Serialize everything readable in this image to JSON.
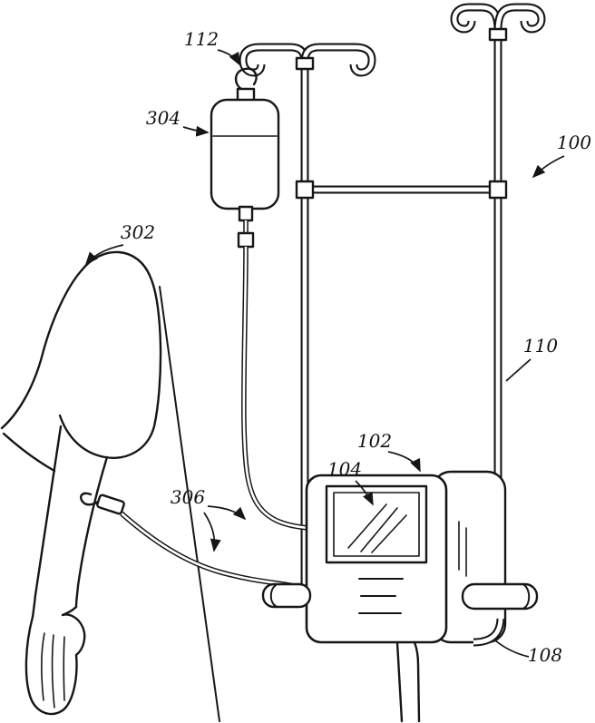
{
  "figure": {
    "labels": {
      "system": "100",
      "device": "102",
      "display": "104",
      "bag": "108",
      "pole": "110",
      "hook": "112",
      "patient": "302",
      "bottle": "304",
      "tubing": "306"
    }
  }
}
